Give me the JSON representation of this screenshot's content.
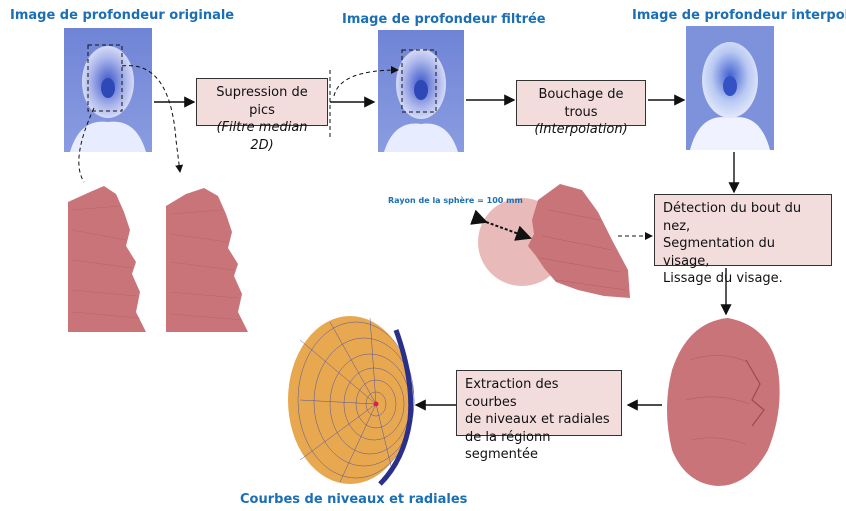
{
  "titles": {
    "original": "Image de profondeur originale",
    "filtered": "Image de profondeur filtrée",
    "interpolated": "Image de profondeur interpolée",
    "curves": "Courbes de niveaux et radiales"
  },
  "boxes": {
    "spike_removal": {
      "line1": "Supression de pics",
      "line2": "(Filtre median 2D)"
    },
    "hole_filling": {
      "line1": "Bouchage de trous",
      "line2": "(Interpolation)"
    },
    "detection": {
      "line1": "Détection du bout du nez,",
      "line2": "Segmentation du visage,",
      "line3": "Lissage du visage."
    },
    "extraction": {
      "line1": "Extraction des courbes",
      "line2": "de niveaux et radiales",
      "line3": "de la régionn segmentée"
    }
  },
  "sphere_note": "Rayon de la sphère = 100 mm",
  "colors": {
    "title_blue": "#1a6fb5",
    "box_fill": "#f2dcdc",
    "depth_image_blue": "#6a7fd0",
    "mesh_red": "#c97478",
    "curves_orange": "#e8a850",
    "curves_blue": "#3a44a8"
  }
}
